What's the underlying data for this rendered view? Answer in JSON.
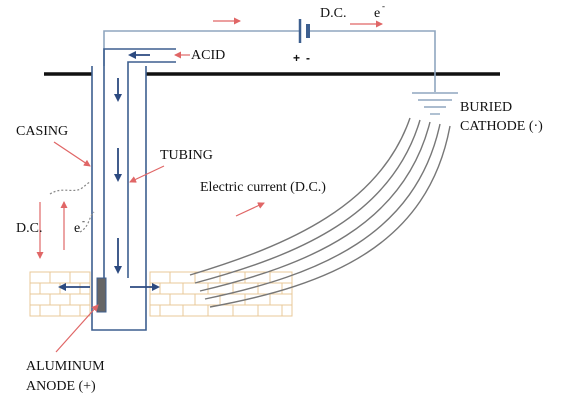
{
  "labels": {
    "acid": "ACID",
    "dc_top": "D.C.",
    "electron_top": "e",
    "electron_sup": "-",
    "battery_plus": "+",
    "battery_minus": "-",
    "buried_cathode_line1": "BURIED",
    "buried_cathode_line2": "CATHODE (·)",
    "casing": "CASING",
    "tubing": "TUBING",
    "electric_current": "Electric current (D.C.)",
    "dc_left": "D.C.",
    "electron_left": "e",
    "electron_left_sup": "-",
    "anode_line1": "ALUMINUM",
    "anode_line2": "ANODE (+)"
  },
  "colors": {
    "wire": "#8fa6bf",
    "pipe": "#3d5f8f",
    "flow_arrow": "#2c4a80",
    "pointer": "#e06666",
    "ground": "#111111",
    "brick": "#e8c898",
    "current_line": "#777777",
    "anode": "#666666"
  }
}
